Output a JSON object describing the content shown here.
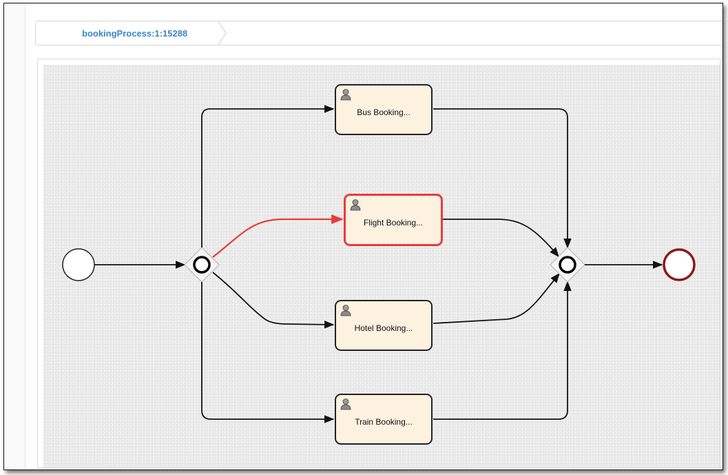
{
  "breadcrumb": {
    "label": "bookingProcess:1:15288"
  },
  "diagram": {
    "tasks": [
      {
        "id": "bus",
        "label": "Bus Booking...",
        "active": false
      },
      {
        "id": "flight",
        "label": "Flight Booking...",
        "active": true
      },
      {
        "id": "hotel",
        "label": "Hotel Booking...",
        "active": false
      },
      {
        "id": "train",
        "label": "Train Booking...",
        "active": false
      }
    ],
    "task_icon": "user-task-icon",
    "active_color": "#e83b3b",
    "task_fill": "#fdf1e0",
    "end_event_color": "#8b1a1a"
  }
}
